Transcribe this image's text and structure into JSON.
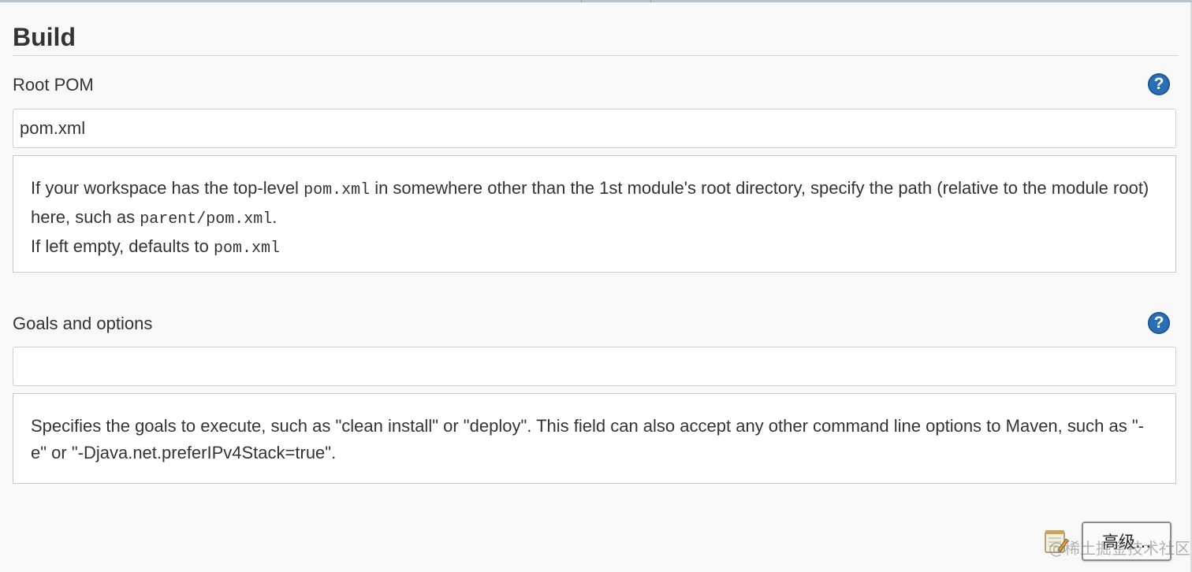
{
  "section": {
    "title": "Build"
  },
  "root_pom": {
    "label": "Root POM",
    "value": "pom.xml",
    "help": {
      "t1": "If your workspace has the top-level ",
      "c1": "pom.xml",
      "t2": " in somewhere other than the 1st module's root directory, specify the path (relative to the module root) here, such as ",
      "c2": "parent/pom.xml",
      "t3": ".",
      "t4": "If left empty, defaults to ",
      "c3": "pom.xml"
    }
  },
  "goals": {
    "label": "Goals and options",
    "value": "",
    "help": "Specifies the goals to execute, such as \"clean install\" or \"deploy\". This field can also accept any other command line options to Maven, such as \"-e\" or \"-Djava.net.preferIPv4Stack=true\"."
  },
  "help_glyph": "?",
  "icons": {
    "help": "question-circle-icon",
    "advanced": "notepad-icon"
  },
  "advanced_button": {
    "label": "高级..."
  },
  "watermark": "@稀土掘金技术社区",
  "colors": {
    "help_icon": "#2a6fb6",
    "background": "#f8f8f8"
  }
}
